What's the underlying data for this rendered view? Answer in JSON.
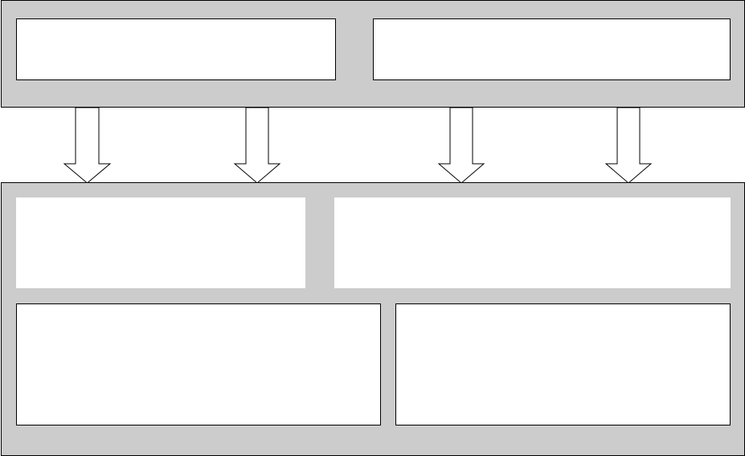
{
  "colors": {
    "panel_fill": "#cccccc",
    "box_fill": "#ffffff",
    "stroke": "#000000"
  },
  "top_panel": {
    "boxes": [
      {
        "label": ""
      },
      {
        "label": ""
      }
    ]
  },
  "connectors": {
    "count": 4,
    "direction": "down",
    "style": "hollow-block-arrow"
  },
  "bottom_panel": {
    "rows": [
      {
        "boxes": [
          {
            "label": ""
          },
          {
            "label": ""
          }
        ]
      },
      {
        "boxes": [
          {
            "label": ""
          },
          {
            "label": ""
          }
        ]
      }
    ]
  }
}
